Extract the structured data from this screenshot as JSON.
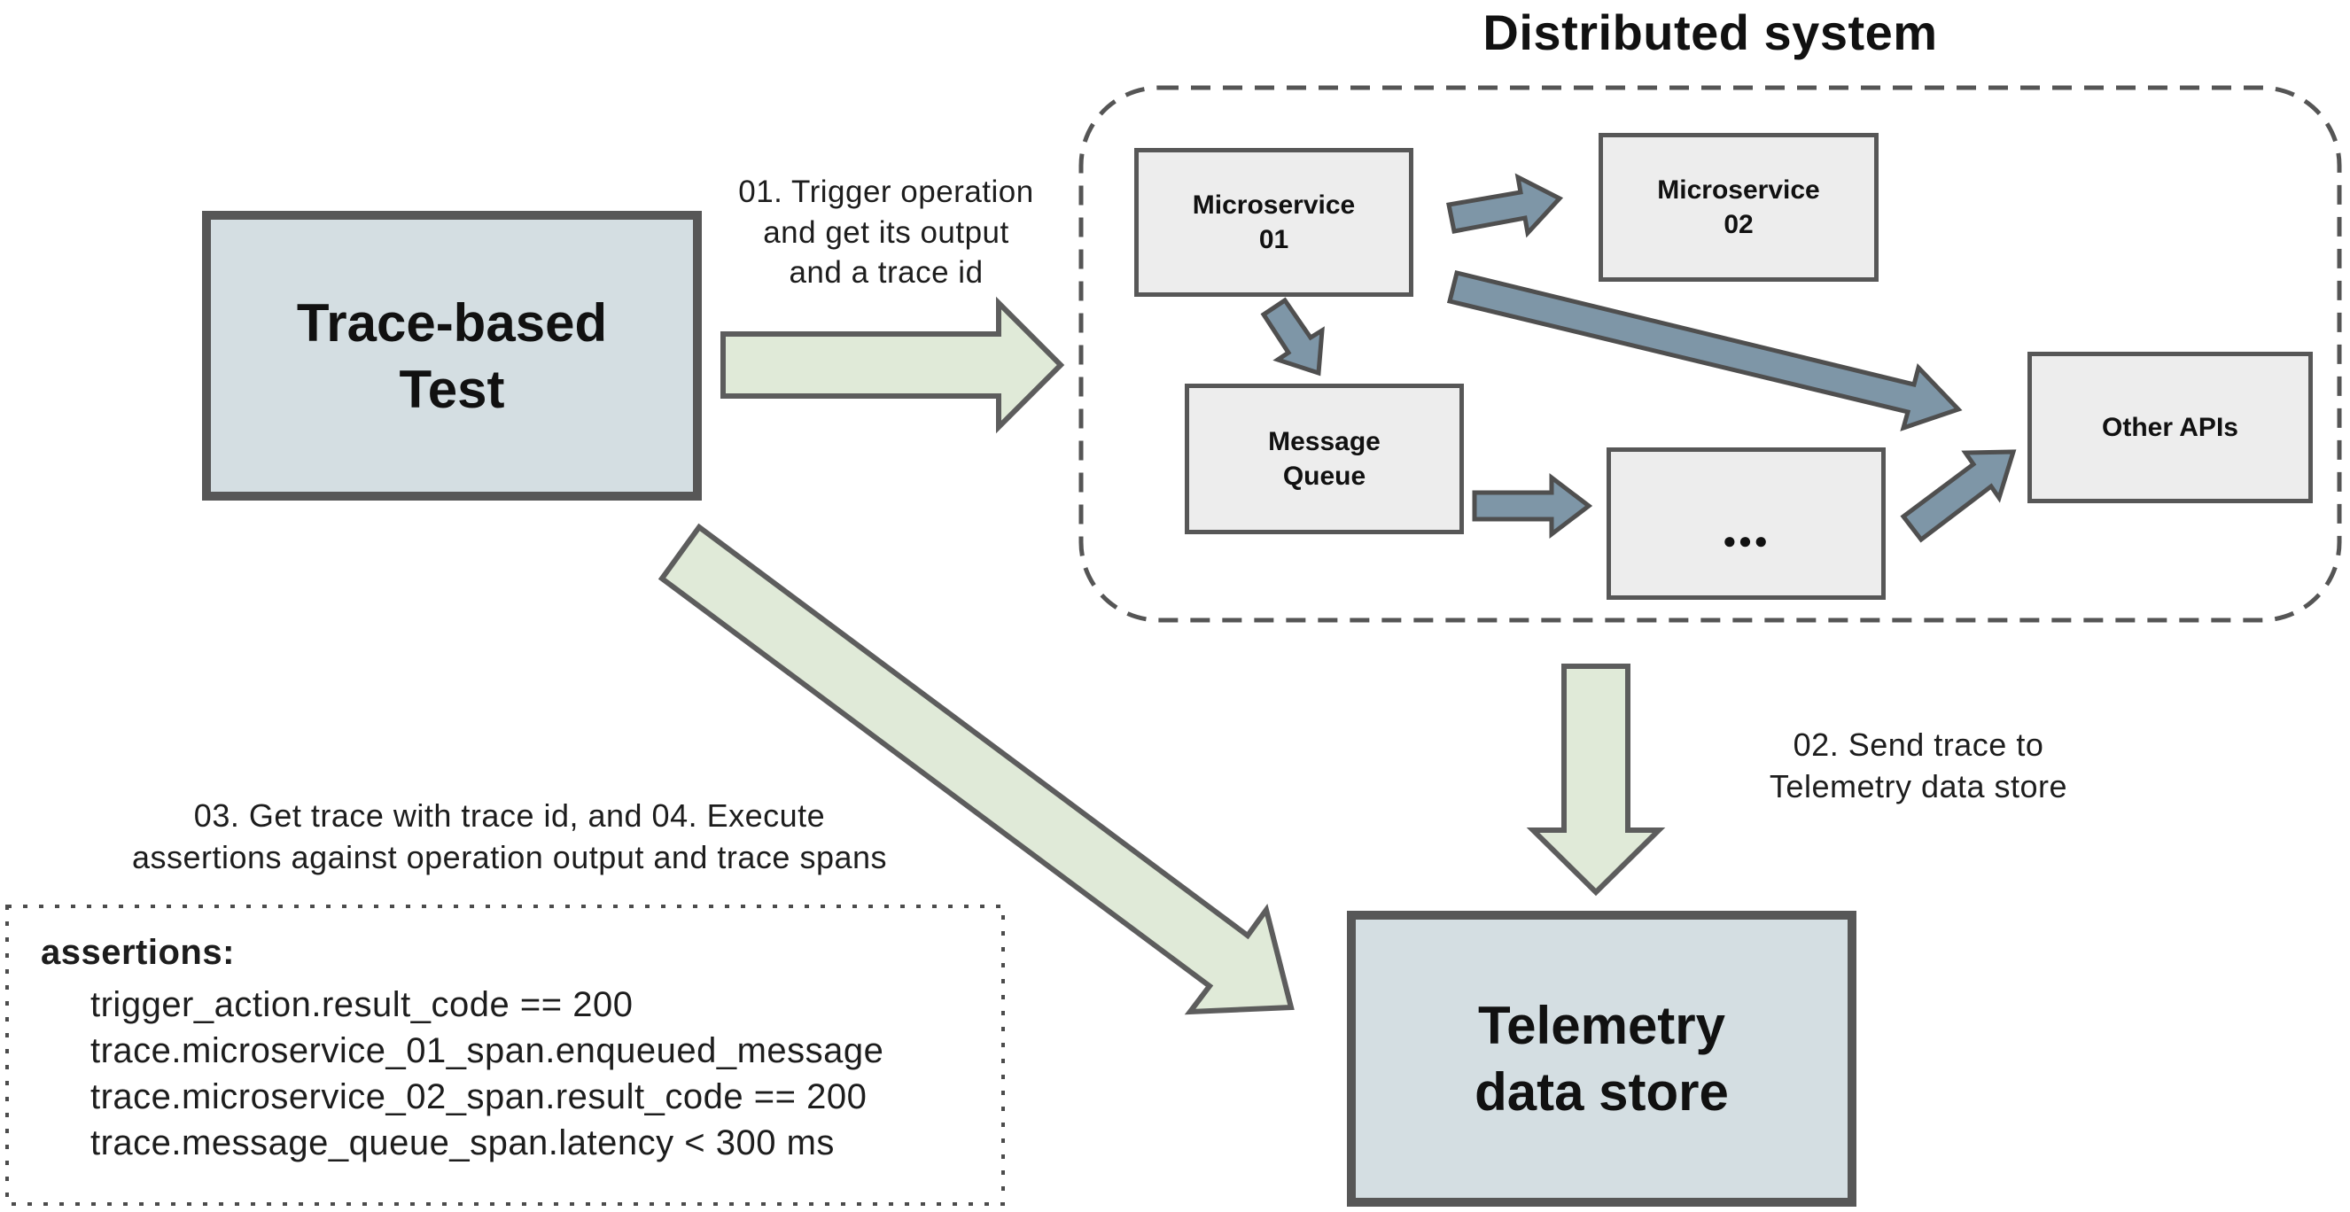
{
  "title": "Distributed system",
  "nodes": {
    "trace_test": {
      "lines": [
        "Trace-based",
        "Test"
      ]
    },
    "microservice_01": {
      "lines": [
        "Microservice",
        "01"
      ]
    },
    "microservice_02": {
      "lines": [
        "Microservice",
        "02"
      ]
    },
    "message_queue": {
      "lines": [
        "Message",
        "Queue"
      ]
    },
    "ellipsis": {
      "label": "●●●"
    },
    "other_apis": {
      "label": "Other APIs"
    },
    "telemetry": {
      "lines": [
        "Telemetry",
        "data store"
      ]
    }
  },
  "labels": {
    "step01": {
      "lines": [
        "01. Trigger operation",
        "and get its output",
        "and a trace id"
      ]
    },
    "step02": {
      "lines": [
        "02. Send trace to",
        "Telemetry data store"
      ]
    },
    "step03": {
      "lines": [
        "03. Get trace with trace id, and 04. Execute",
        "assertions against operation output and trace spans"
      ]
    }
  },
  "assertions": {
    "heading": "assertions:",
    "items": [
      "trigger_action.result_code == 200",
      "trace.microservice_01_span.enqueued_message",
      "trace.microservice_02_span.result_code == 200",
      "trace.message_queue_span.latency < 300 ms"
    ]
  },
  "colors": {
    "canvas_bg": "#ffffff",
    "node_fill_blue": "#d4dee2",
    "node_fill_gray": "#ededed",
    "node_border": "#575757",
    "arrow_green_fill": "#e0ead8",
    "arrow_green_stroke": "#5d5d5d",
    "arrow_slate_fill": "#7e96a7",
    "arrow_slate_stroke": "#4f4f4f",
    "dashed_line": "#555555",
    "dotted_line": "#4c4c4c",
    "text": "#111111",
    "label_text": "#1d1d1d"
  }
}
